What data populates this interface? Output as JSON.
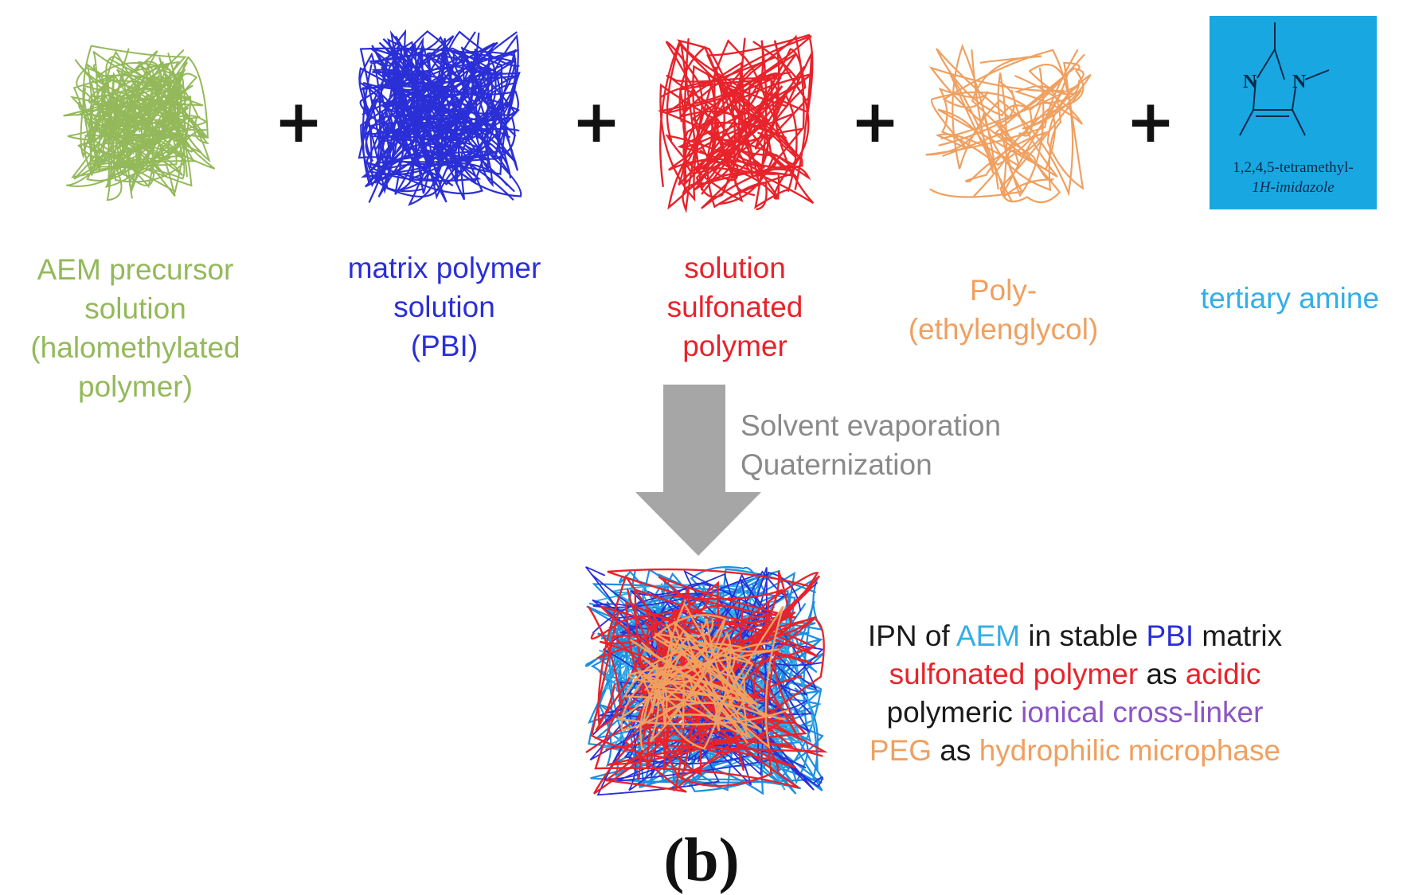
{
  "components": [
    {
      "id": "aem",
      "color": "#93b95a",
      "lines": [
        "AEM precursor",
        "solution",
        "(halomethylated",
        "polymer)"
      ]
    },
    {
      "id": "pbi",
      "color": "#2b2fd6",
      "lines": [
        "matrix polymer",
        "solution",
        "(PBI)"
      ]
    },
    {
      "id": "sulfonated",
      "color": "#e8232b",
      "lines": [
        "solution",
        "sulfonated",
        "polymer"
      ]
    },
    {
      "id": "peg",
      "color": "#f0a060",
      "lines": [
        "Poly-",
        "(ethylenglycol)"
      ]
    },
    {
      "id": "amine",
      "color": "#34aee6",
      "lines": [
        "tertiary amine"
      ]
    }
  ],
  "plus_sign": "+",
  "amine_structure": {
    "atoms": [
      "N",
      "N"
    ],
    "name_lines": [
      "1,2,4,5-tetramethyl-",
      "1H-imidazole"
    ],
    "box_color": "#19a7e2"
  },
  "process": {
    "steps": [
      "Solvent evaporation",
      "Quaternization"
    ],
    "arrow_color": "#a6a6a6"
  },
  "result": {
    "description": [
      [
        {
          "text": "IPN of ",
          "color": "#1a1a1a"
        },
        {
          "text": "AEM",
          "color": "#34aee6"
        },
        {
          "text": " in stable ",
          "color": "#1a1a1a"
        },
        {
          "text": "PBI",
          "color": "#2b2fd6"
        },
        {
          "text": " matrix",
          "color": "#1a1a1a"
        }
      ],
      [
        {
          "text": "sulfonated polymer",
          "color": "#e8232b"
        },
        {
          "text": " as ",
          "color": "#1a1a1a"
        },
        {
          "text": "acidic",
          "color": "#e8232b"
        }
      ],
      [
        {
          "text": "polymeric ",
          "color": "#1a1a1a"
        },
        {
          "text": "ionical cross-linker",
          "color": "#8a55c4"
        }
      ],
      [
        {
          "text": "PEG",
          "color": "#f0a060"
        },
        {
          "text": " as ",
          "color": "#1a1a1a"
        },
        {
          "text": "hydrophilic microphase",
          "color": "#f0a060"
        }
      ]
    ]
  },
  "panel_label": "(b)"
}
